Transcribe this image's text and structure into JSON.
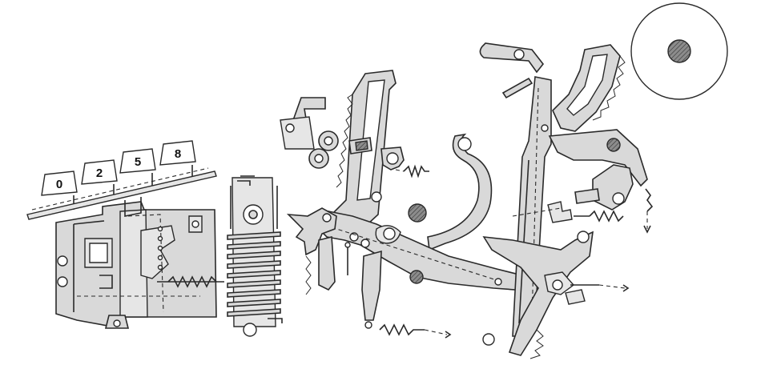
{
  "keys": [
    {
      "label": "0"
    },
    {
      "label": "2"
    },
    {
      "label": "5"
    },
    {
      "label": "8"
    }
  ],
  "colors": {
    "ink": "#2a2a2a",
    "part_fill": "#d9d9d9",
    "background": "#ffffff"
  }
}
